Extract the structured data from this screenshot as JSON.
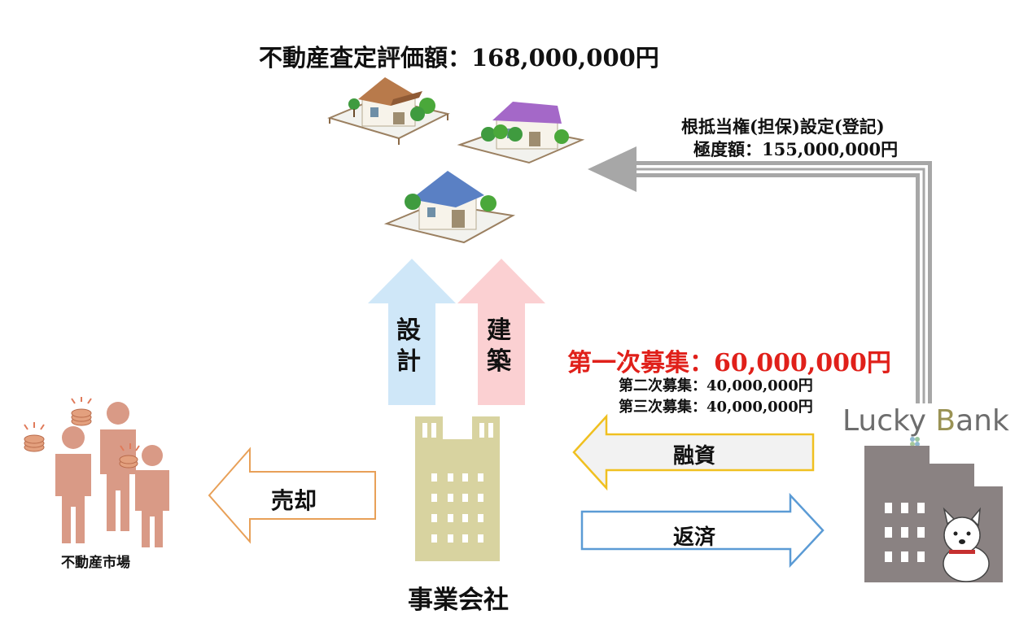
{
  "appraisal": {
    "label": "不動産査定評価額：168,000,000円"
  },
  "mortgage": {
    "line1": "根抵当権(担保)設定(登記)",
    "line2": "極度額：155,000,000円"
  },
  "arrows": {
    "design": "設\n計",
    "build": "建\n築",
    "sale": "売却",
    "loan": "融資",
    "repay": "返済"
  },
  "recruitment": {
    "first": "第一次募集：60,000,000円",
    "second": "第二次募集：40,000,000円",
    "third": "第三次募集：40,000,000円"
  },
  "company": {
    "label": "事業会社"
  },
  "market": {
    "label": "不動産市場"
  },
  "bank": {
    "logo_text_1": "Lucky ",
    "logo_text_2": "B",
    "logo_text_3": "ank"
  },
  "colors": {
    "design_arrow": "#cfe7f8",
    "build_arrow": "#fbd0d2",
    "company_building": "#d8d3a0",
    "bank_building": "#8a8282",
    "people": "#d99a86",
    "sale_arrow_border": "#e8a058",
    "loan_arrow_border": "#f0c020",
    "repay_arrow_border": "#5b9bd5",
    "first_recruit": "#e0201a",
    "mortgage_arrow": "#a7a7a7"
  }
}
